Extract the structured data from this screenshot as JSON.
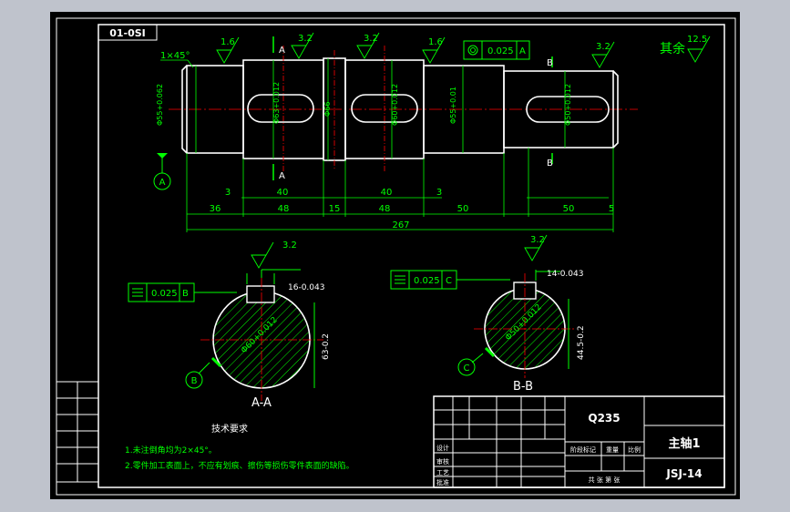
{
  "colors": {
    "background": "#000000",
    "viewport_bg": "#bfc3cc",
    "outline": "#ffffff",
    "dimension": "#00ff00",
    "centerline": "#ff0000",
    "hatch": "#00ff00"
  },
  "header_tag": "01-0SI",
  "title_block": {
    "material": "Q235",
    "part_name": "主轴1",
    "drawing_no": "JSJ-14"
  },
  "roughness": {
    "general_label": "其余",
    "general_value": "12.5",
    "marks": [
      "1.6",
      "3.2",
      "3.2",
      "1.6",
      "3.2",
      "3.2",
      "3.2"
    ]
  },
  "chamfer_note": "1×45°",
  "tolerance_frames": [
    {
      "value": "0.025",
      "datum": "A"
    },
    {
      "value": "0.025",
      "datum": "B"
    },
    {
      "value": "0.025",
      "datum": "C"
    }
  ],
  "datum_letters": [
    "A",
    "B",
    "C"
  ],
  "section_marks": {
    "a_top": "A",
    "a_bottom": "A",
    "b_top": "B",
    "b_bottom": "B"
  },
  "dimensions": {
    "row1": [
      "3",
      "40",
      "40",
      "3"
    ],
    "row2": [
      "36",
      "48",
      "15",
      "48",
      "50",
      "50",
      "5"
    ],
    "overall": "267",
    "keyway_a": "16-0.043",
    "depth_a": "63-0.2",
    "keyway_b": "14-0.043",
    "depth_b": "44.5-0.2"
  },
  "section_labels": {
    "aa": "A-A",
    "bb": "B-B"
  },
  "technical_requirements": {
    "heading": "技术要求",
    "items": [
      "1.未注倒角均为2×45°。",
      "2.零件加工表面上，不应有划痕、擦伤等损伤零件表面的缺陷。"
    ]
  },
  "title_block_cells": {
    "design": "设计",
    "check": "审核",
    "process": "工艺",
    "approve": "批准",
    "stage": "阶段标记",
    "weight": "重量",
    "scale": "比例",
    "sheet": "共 张 第 张"
  }
}
